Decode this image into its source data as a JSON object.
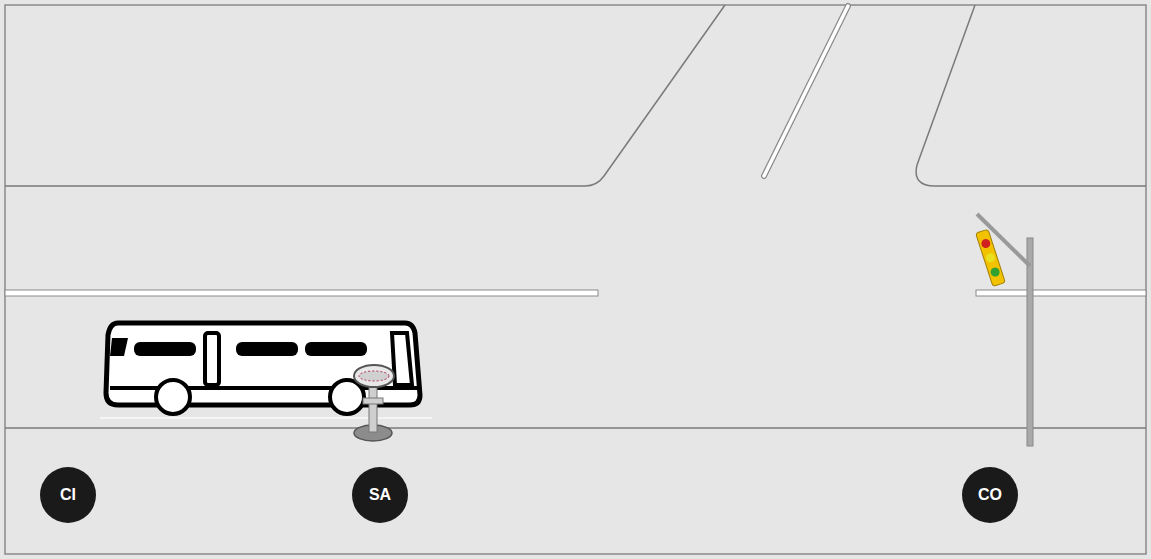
{
  "diagram": {
    "nodes": [
      {
        "text": [
          "CI"
        ]
      },
      {
        "text": [
          "SA"
        ]
      },
      {
        "text": [
          "CO"
        ]
      }
    ]
  }
}
